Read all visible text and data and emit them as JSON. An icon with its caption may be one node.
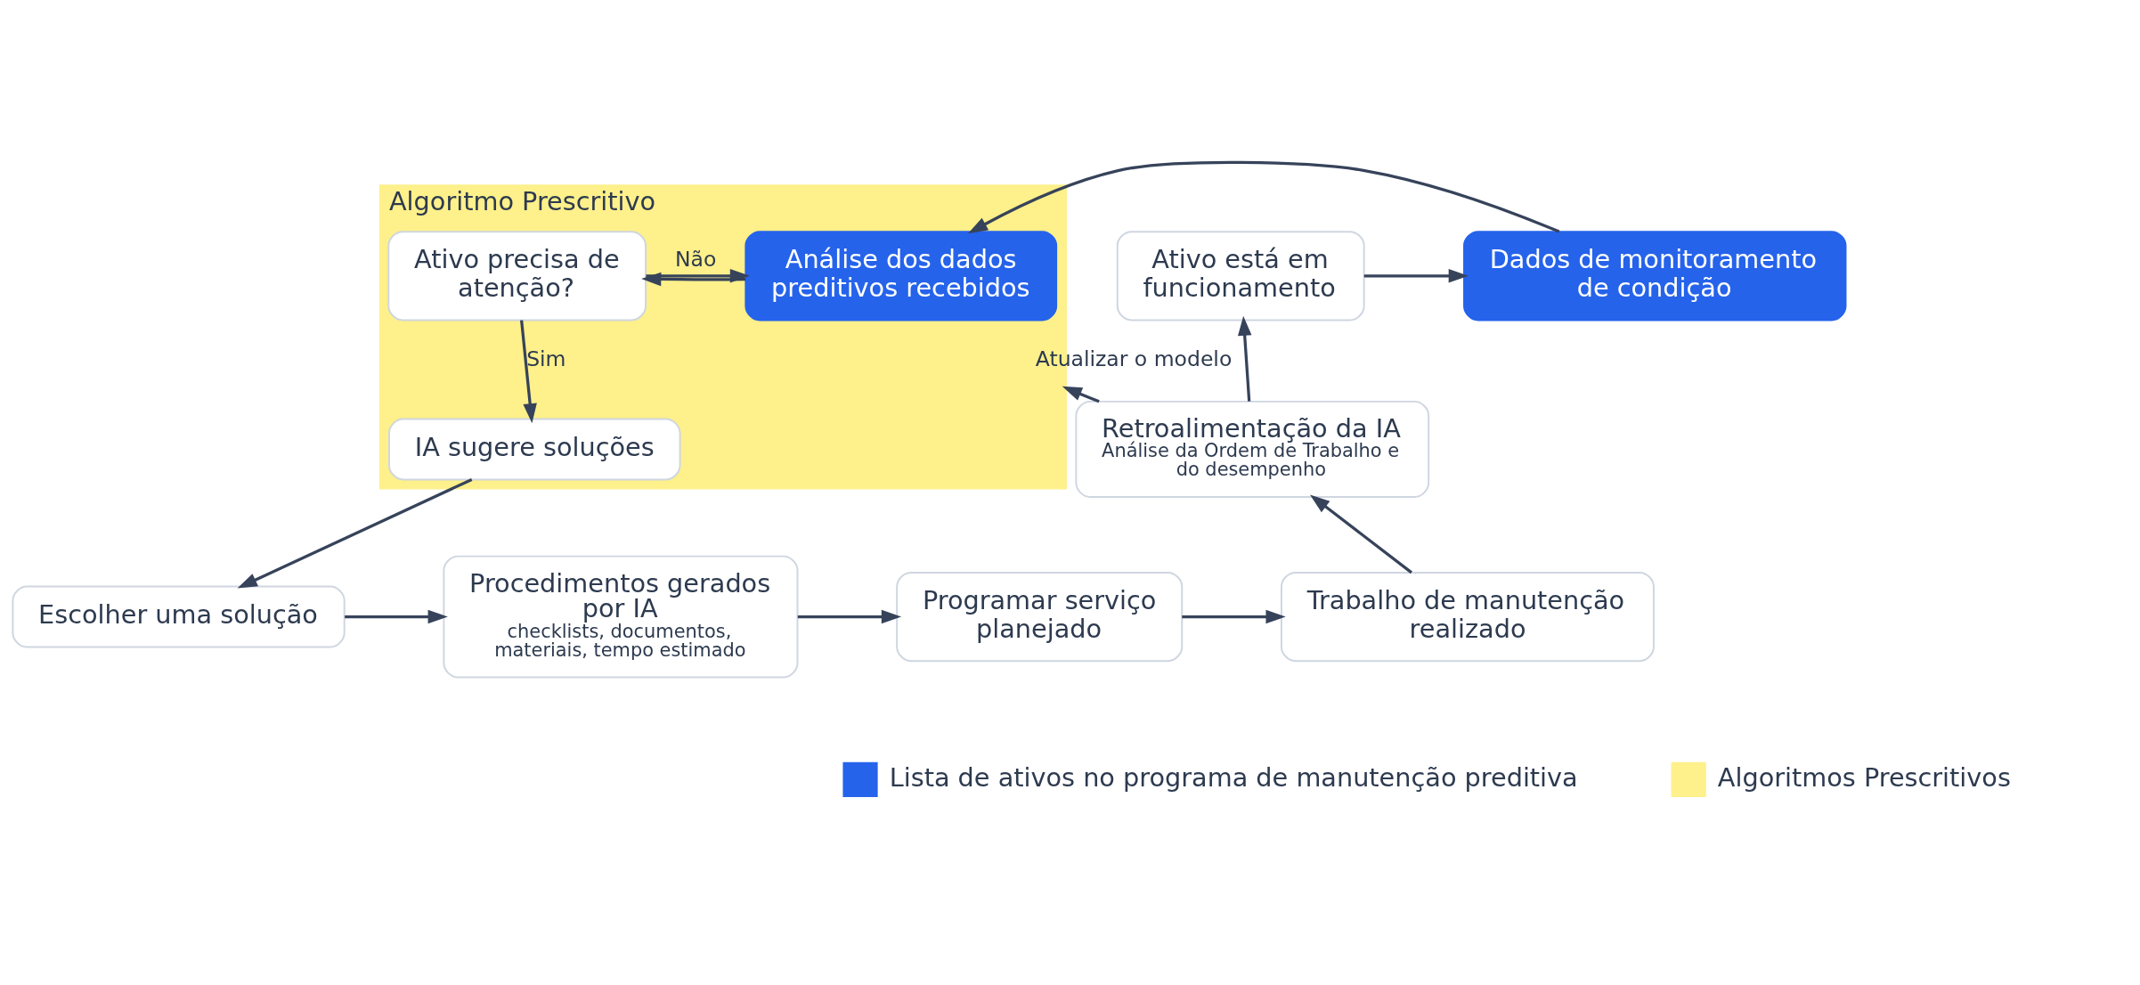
{
  "diagram": {
    "nodes": [
      {
        "text": [
          "Ativo está em funcionamento"
        ]
      },
      {
        "text": [
          "Dados de monitoramento de condição"
        ]
      },
      {
        "text": [
          "Algoritmo Prescritivo"
        ]
      },
      {
        "text": [
          "Análise dos dados preditivos recebidos"
        ],
        "in": 2
      },
      {
        "text": [
          "Ativo precisa de atenção?"
        ],
        "in": 2
      },
      {
        "text": [
          "Retroalimentação da IA",
          "Análise da Ordem de Trabalho e do desempenho"
        ]
      },
      {
        "text": [
          "IA sugere soluções"
        ],
        "in": 2
      },
      {
        "text": [
          "Trabalho de manutenção realizado"
        ]
      },
      {
        "text": [
          "Programar serviço planejado"
        ]
      },
      {
        "text": [
          "Procedimentos gerados por IA",
          "checklists, documentos, materiais, tempo estimado"
        ]
      },
      {
        "text": [
          "Escolher uma solução"
        ]
      }
    ],
    "edges": [
      {
        "from": 0,
        "to": 1,
        "arrow": "to"
      },
      {
        "from": 1,
        "to": 3,
        "arrow": "to"
      },
      {
        "from": 3,
        "to": 4,
        "arrow": "to"
      },
      {
        "from": 4,
        "to": 3,
        "arrow": "to",
        "label": "Não"
      },
      {
        "from": 4,
        "to": 6,
        "arrow": "to",
        "label": "Sim"
      },
      {
        "from": 6,
        "to": 10,
        "arrow": "to"
      },
      {
        "from": 10,
        "to": 9,
        "arrow": "to"
      },
      {
        "from": 9,
        "to": 8,
        "arrow": "to"
      },
      {
        "from": 8,
        "to": 7,
        "arrow": "to"
      },
      {
        "from": 7,
        "to": 5,
        "arrow": "to"
      },
      {
        "from": 5,
        "to": 0,
        "arrow": "to"
      },
      {
        "from": 5,
        "to": 2,
        "arrow": "to",
        "label": "Atualizar o modelo"
      }
    ],
    "legend": [
      {
        "text": "Lista de ativos no programa de manutenção preditiva",
        "color": "#2563eb"
      },
      {
        "text": "Algoritmos Prescritivos",
        "color": "#fef08a"
      }
    ]
  }
}
